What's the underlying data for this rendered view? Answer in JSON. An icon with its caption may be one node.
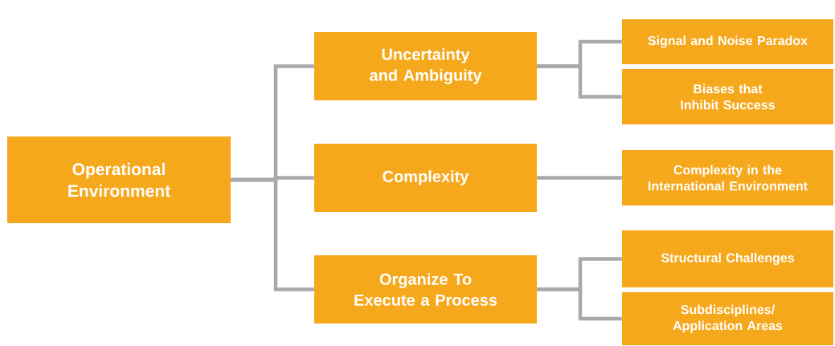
{
  "diagram": {
    "nodes": [
      {
        "text": [
          "Operational Environment"
        ]
      },
      {
        "text": [
          "Uncertainty and Ambiguity"
        ]
      },
      {
        "text": [
          "Complexity"
        ]
      },
      {
        "text": [
          "Organize To Execute a Process"
        ]
      },
      {
        "text": [
          "Signal and Noise Paradox"
        ]
      },
      {
        "text": [
          "Biases that Inhibit Success"
        ]
      },
      {
        "text": [
          "Complexity in the International Environment"
        ]
      },
      {
        "text": [
          "Structural Challenges"
        ]
      },
      {
        "text": [
          "Subdisciplines/ Application Areas"
        ]
      }
    ],
    "edges": [
      {
        "from": 0,
        "to": 1,
        "arrow": "none"
      },
      {
        "from": 0,
        "to": 2,
        "arrow": "none"
      },
      {
        "from": 0,
        "to": 3,
        "arrow": "none"
      },
      {
        "from": 1,
        "to": 4,
        "arrow": "none"
      },
      {
        "from": 1,
        "to": 5,
        "arrow": "none"
      },
      {
        "from": 2,
        "to": 6,
        "arrow": "none"
      },
      {
        "from": 3,
        "to": 7,
        "arrow": "none"
      },
      {
        "from": 3,
        "to": 8,
        "arrow": "none"
      }
    ]
  }
}
